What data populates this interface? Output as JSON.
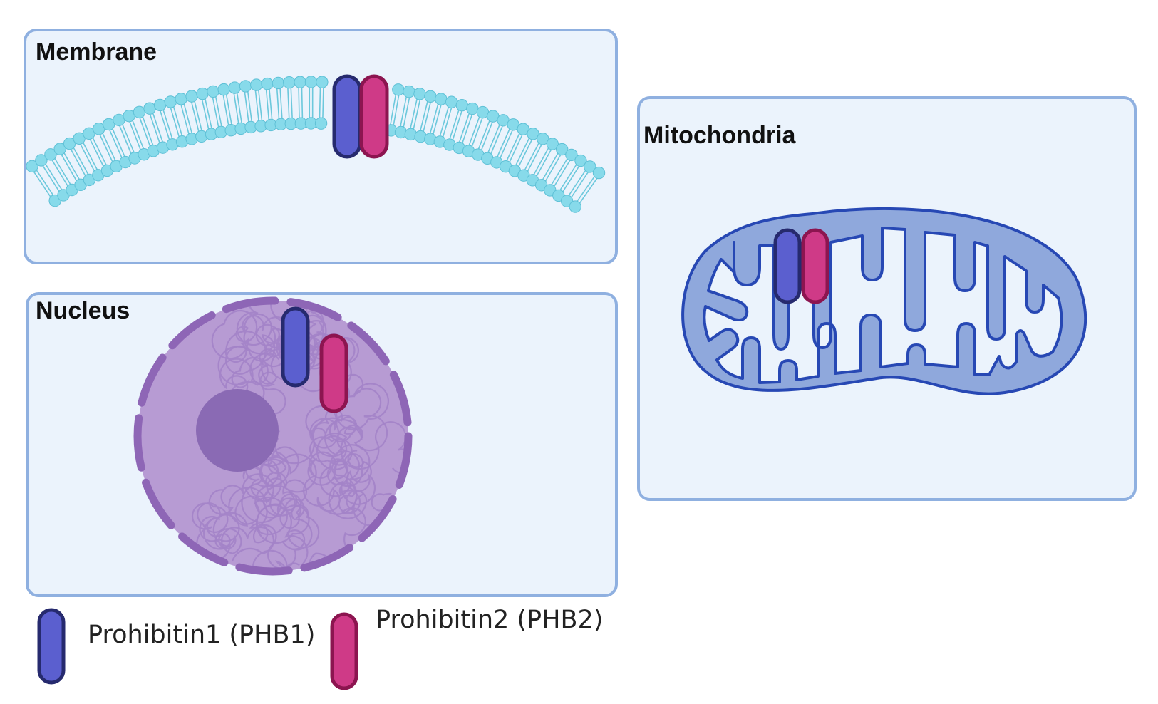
{
  "panels": {
    "membrane": {
      "title": "Membrane"
    },
    "nucleus": {
      "title": "Nucleus"
    },
    "mitochondria": {
      "title": "Mitochondria"
    }
  },
  "legend": [
    {
      "label": "Prohibitin1 (PHB1)",
      "color": "#5b5fcf",
      "outline": "#262a6e"
    },
    {
      "label": "Prohibitin2 (PHB2)",
      "color": "#cf3a87",
      "outline": "#8c1550"
    }
  ],
  "colors": {
    "panel_fill": "#ebf3fc",
    "panel_border": "#8fb0e0",
    "lipid": "#87daea",
    "nucleus_fill": "#b79bd3",
    "nucleus_envelope": "#8e66b6",
    "nucleolus": "#8a6ab4",
    "mito_matrix": "#8fa8dc",
    "mito_outline": "#2748b4"
  }
}
